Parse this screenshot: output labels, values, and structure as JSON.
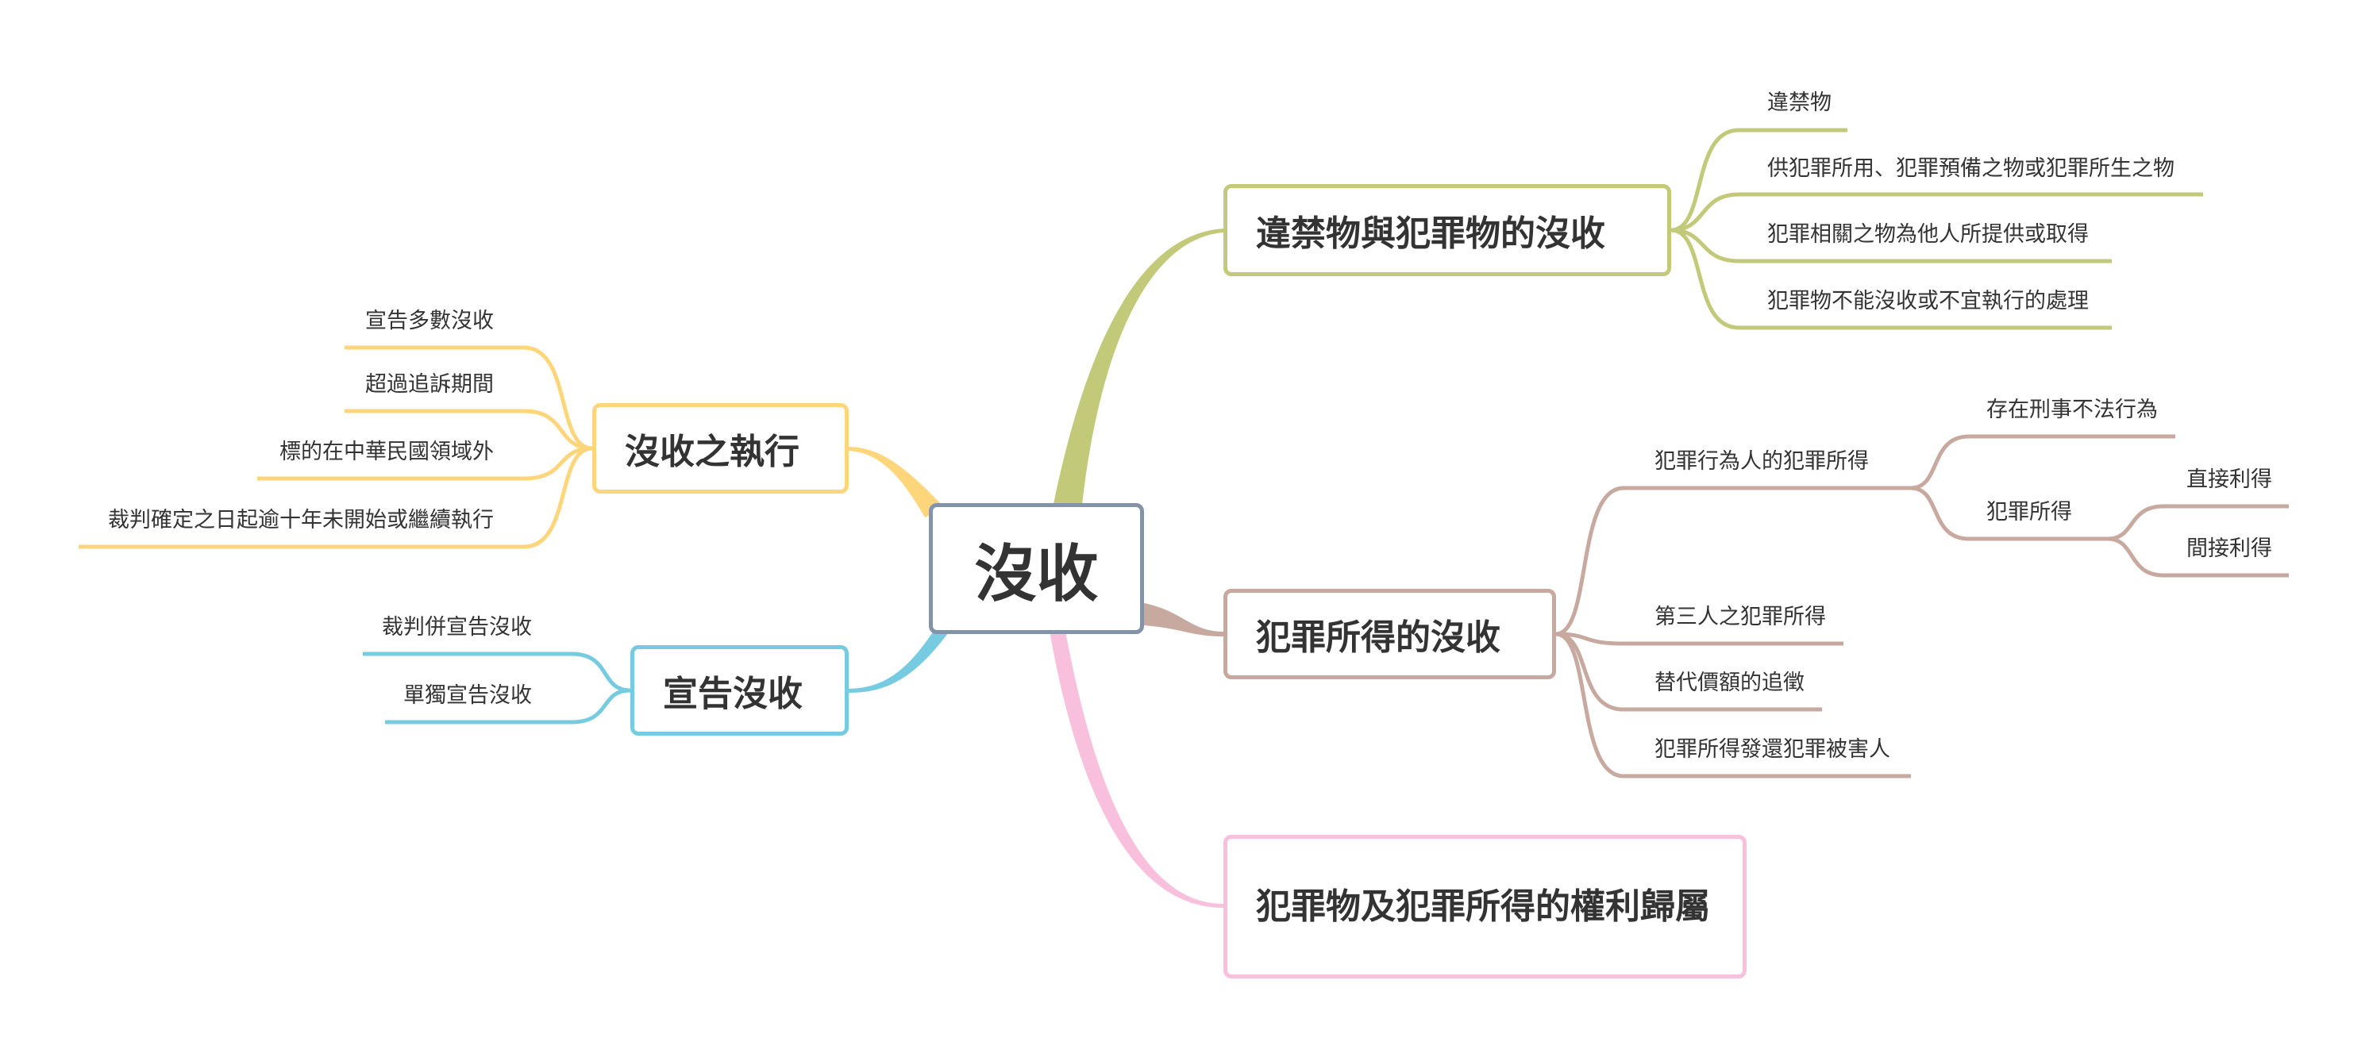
{
  "central": "沒收",
  "colors": {
    "green": "#c2c978",
    "brown": "#c8a9a0",
    "pink": "#f9c0dd",
    "yellow": "#fdd57a",
    "blue": "#76cbe0",
    "central": "#8494a8"
  },
  "branches": {
    "contraband": {
      "title": "違禁物與犯罪物的沒收",
      "items": [
        "違禁物",
        "供犯罪所用、犯罪預備之物或犯罪所生之物",
        "犯罪相關之物為他人所提供或取得",
        "犯罪物不能沒收或不宜執行的處理"
      ]
    },
    "proceeds": {
      "title": "犯罪所得的沒收",
      "offender": {
        "label": "犯罪行為人的犯罪所得",
        "children": [
          "存在刑事不法行為",
          "犯罪所得"
        ],
        "gain": [
          "直接利得",
          "間接利得"
        ]
      },
      "items": [
        "第三人之犯罪所得",
        "替代價額的追徵",
        "犯罪所得發還犯罪被害人"
      ]
    },
    "ownership": {
      "title": "犯罪物及犯罪所得的權利歸屬"
    },
    "execution": {
      "title": "沒收之執行",
      "items": [
        "宣告多數沒收",
        "超過追訴期間",
        "標的在中華民國領域外",
        "裁判確定之日起逾十年未開始或繼續執行"
      ]
    },
    "declaration": {
      "title": "宣告沒收",
      "items": [
        "裁判併宣告沒收",
        "單獨宣告沒收"
      ]
    }
  }
}
